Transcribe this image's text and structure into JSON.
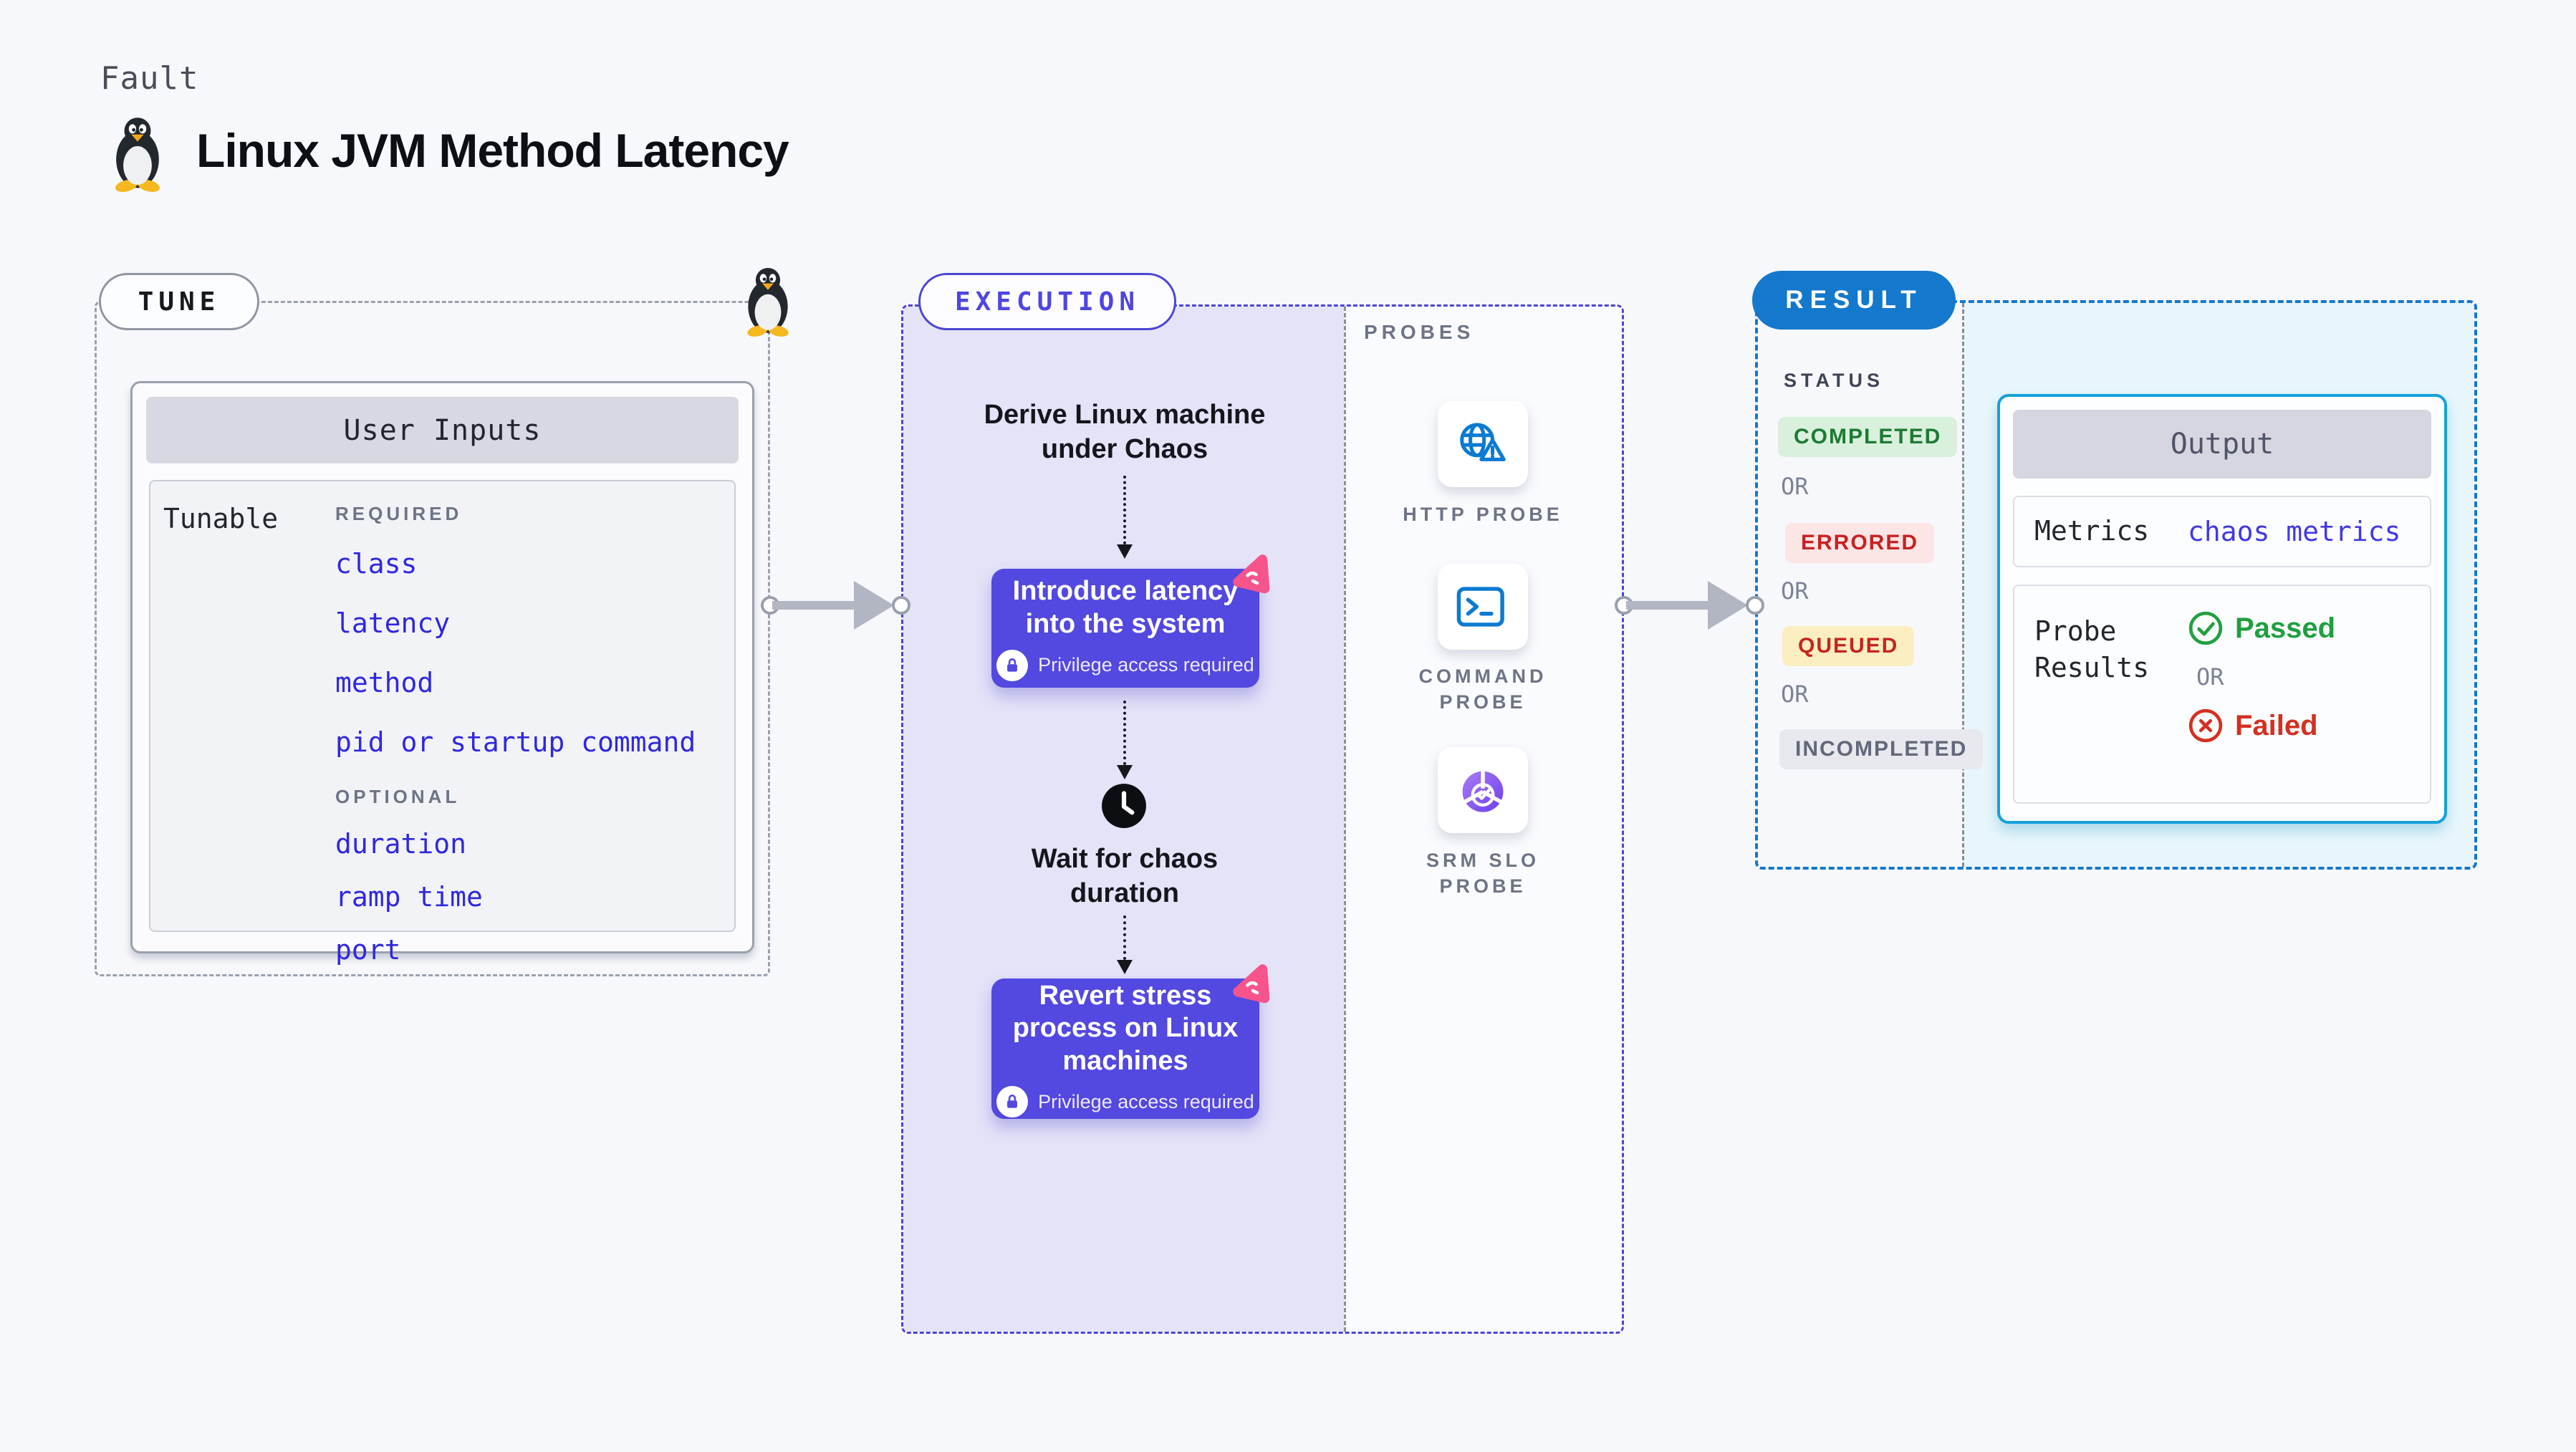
{
  "header": {
    "fault_label": "Fault",
    "title": "Linux JVM Method Latency",
    "tux_icon": "tux-penguin-icon"
  },
  "tune": {
    "pill_label": "TUNE",
    "table": {
      "title": "User Inputs",
      "row_label": "Tunable",
      "required_heading": "REQUIRED",
      "required_items": [
        "class",
        "latency",
        "method",
        "pid or startup command"
      ],
      "optional_heading": "OPTIONAL",
      "optional_items": [
        "duration",
        "ramp time",
        "port"
      ]
    }
  },
  "execution": {
    "pill_label": "EXECUTION",
    "step_derive": "Derive Linux machine under Chaos",
    "box_introduce": "Introduce latency into the system",
    "privilege_note": "Privilege access required",
    "step_wait": "Wait for chaos duration",
    "box_revert": "Revert stress process on Linux machines"
  },
  "probes": {
    "heading": "PROBES",
    "items": [
      {
        "label": "HTTP PROBE",
        "icon": "globe-alert-icon"
      },
      {
        "label": "COMMAND PROBE",
        "icon": "terminal-icon"
      },
      {
        "label": "SRM SLO PROBE",
        "icon": "donut-check-icon"
      }
    ]
  },
  "result": {
    "pill_label": "RESULT",
    "status_heading": "STATUS",
    "or_label": "OR",
    "statuses": [
      {
        "label": "COMPLETED",
        "tone": "green"
      },
      {
        "label": "ERRORED",
        "tone": "red"
      },
      {
        "label": "QUEUED",
        "tone": "yellow"
      },
      {
        "label": "INCOMPLETED",
        "tone": "gray"
      }
    ],
    "output": {
      "title": "Output",
      "metrics_label": "Metrics",
      "metrics_value": "chaos metrics",
      "probe_results_label": "Probe Results",
      "passed_label": "Passed",
      "or_label": "OR",
      "failed_label": "Failed"
    }
  },
  "colors": {
    "page_bg": "#f7f8fb",
    "tune_border": "#9aa1ae",
    "execution_accent": "#4f46e0",
    "execution_bg": "#e4e3f8",
    "purple_box": "#5348e0",
    "pink_badge": "#f6548b",
    "result_pill_blue": "#1478cd",
    "output_border": "#14a0dc",
    "output_panel_bg": "#e8f6fc",
    "tunable_blue": "#3028dd",
    "metrics_value_color": "#4338e5",
    "completed_green": "#1d7a34",
    "errored_red": "#c62222",
    "queued_bg": "#fbeec0",
    "probe_icon_blue": "#0b7ad2",
    "passed_green": "#1f9f3f",
    "failed_red": "#d43021"
  }
}
